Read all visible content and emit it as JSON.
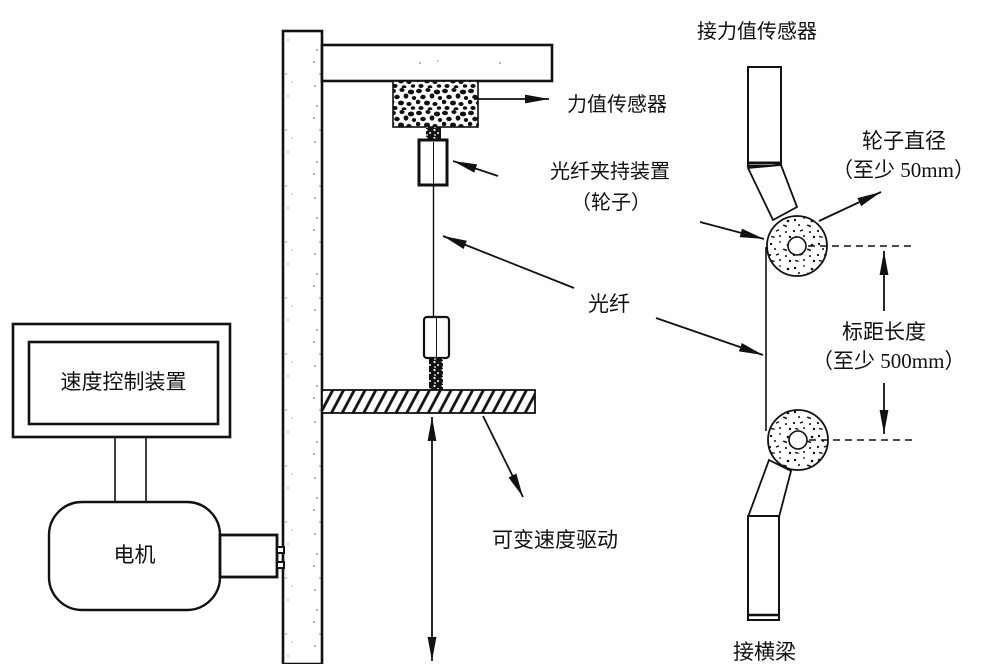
{
  "figure": {
    "type": "technical-diagram",
    "description_labels_language": "zh-CN"
  },
  "labels": {
    "connect_force_sensor": "接力值传感器",
    "force_sensor": "力值传感器",
    "fiber_clamp_line1": "光纤夹持装置",
    "fiber_clamp_line2": "（轮子）",
    "wheel_diameter_line1": "轮子直径",
    "wheel_diameter_line2": "（至少 50mm）",
    "optical_fiber": "光纤",
    "gauge_length_line1": "标距长度",
    "gauge_length_line2": "（至少 500mm）",
    "variable_speed_drive": "可变速度驱动",
    "connect_crossbeam": "接横梁",
    "speed_control_device": "速度控制装置",
    "motor": "电机"
  },
  "colors": {
    "ink": "#111111",
    "background": "#ffffff"
  }
}
